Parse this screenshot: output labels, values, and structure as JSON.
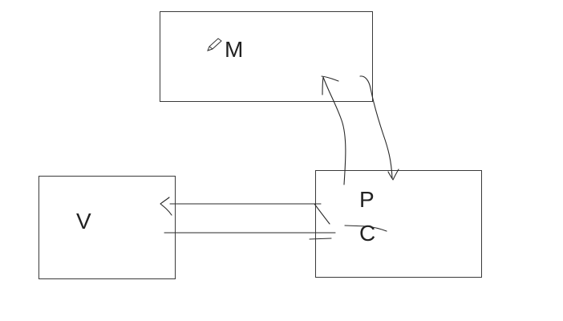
{
  "diagram": {
    "boxes": {
      "model": {
        "label": "M"
      },
      "view": {
        "label": "V"
      },
      "presenter": {
        "label_top": "P",
        "label_bottom": "C"
      }
    },
    "icons": {
      "pencil": "pencil-icon"
    }
  }
}
